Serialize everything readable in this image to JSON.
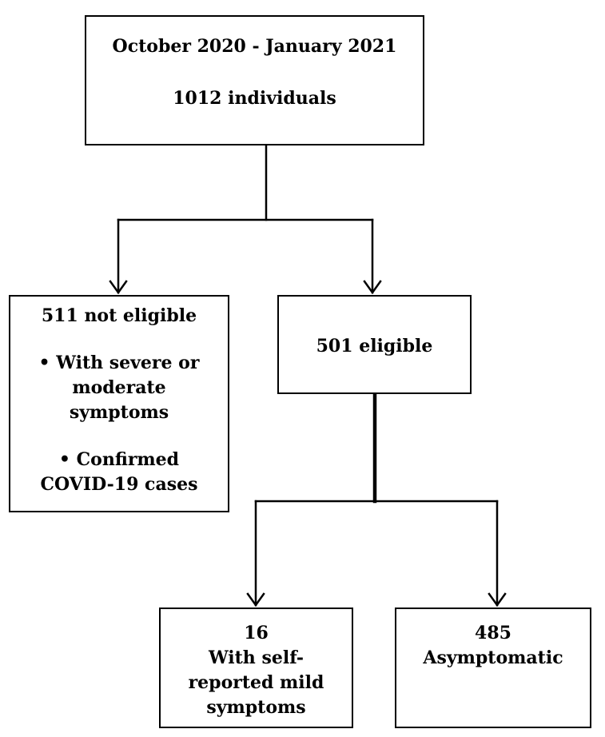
{
  "flowchart": {
    "top": {
      "period": "October 2020 -  January 2021",
      "count": "1012 individuals"
    },
    "not_eligible": {
      "title": "511 not eligible",
      "criteria": [
        {
          "line1": "• With severe or",
          "line2": "moderate",
          "line3": "symptoms"
        },
        {
          "line1": "• Confirmed",
          "line2": "COVID-19 cases"
        }
      ]
    },
    "eligible": {
      "title": "501 eligible"
    },
    "mild": {
      "count": "16",
      "line1": "With self-",
      "line2": "reported mild",
      "line3": "symptoms"
    },
    "asymptomatic": {
      "count": "485",
      "label": "Asymptomatic"
    }
  }
}
